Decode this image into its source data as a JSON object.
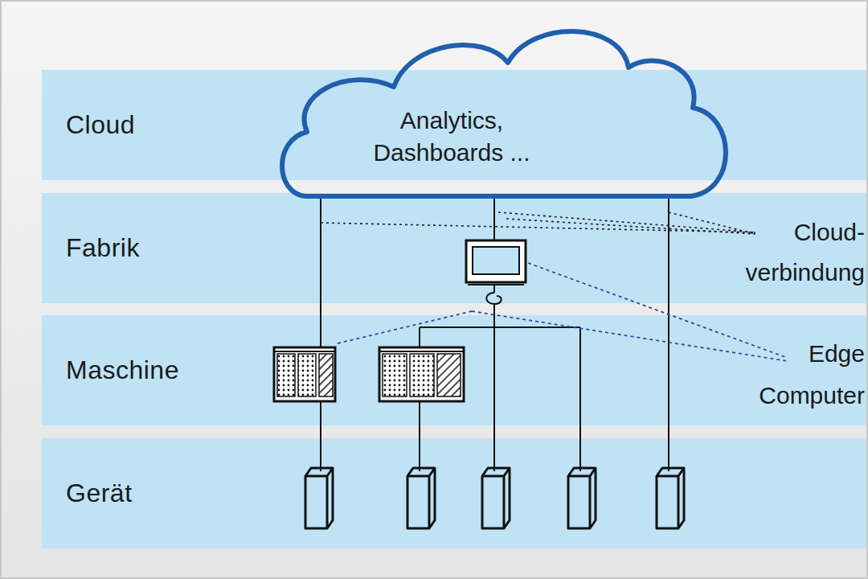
{
  "diagram": {
    "nodes": [
      {
        "text": [
          "Cloud"
        ]
      },
      {
        "text": [
          "Analytics, Dashboards ..."
        ]
      },
      {
        "text": [
          "Fabrik"
        ]
      },
      {
        "text": [
          "Maschine"
        ]
      },
      {
        "text": [
          "Gerät"
        ]
      }
    ],
    "labels": [
      "Cloud- verbindung",
      "Edge Computer"
    ]
  }
}
